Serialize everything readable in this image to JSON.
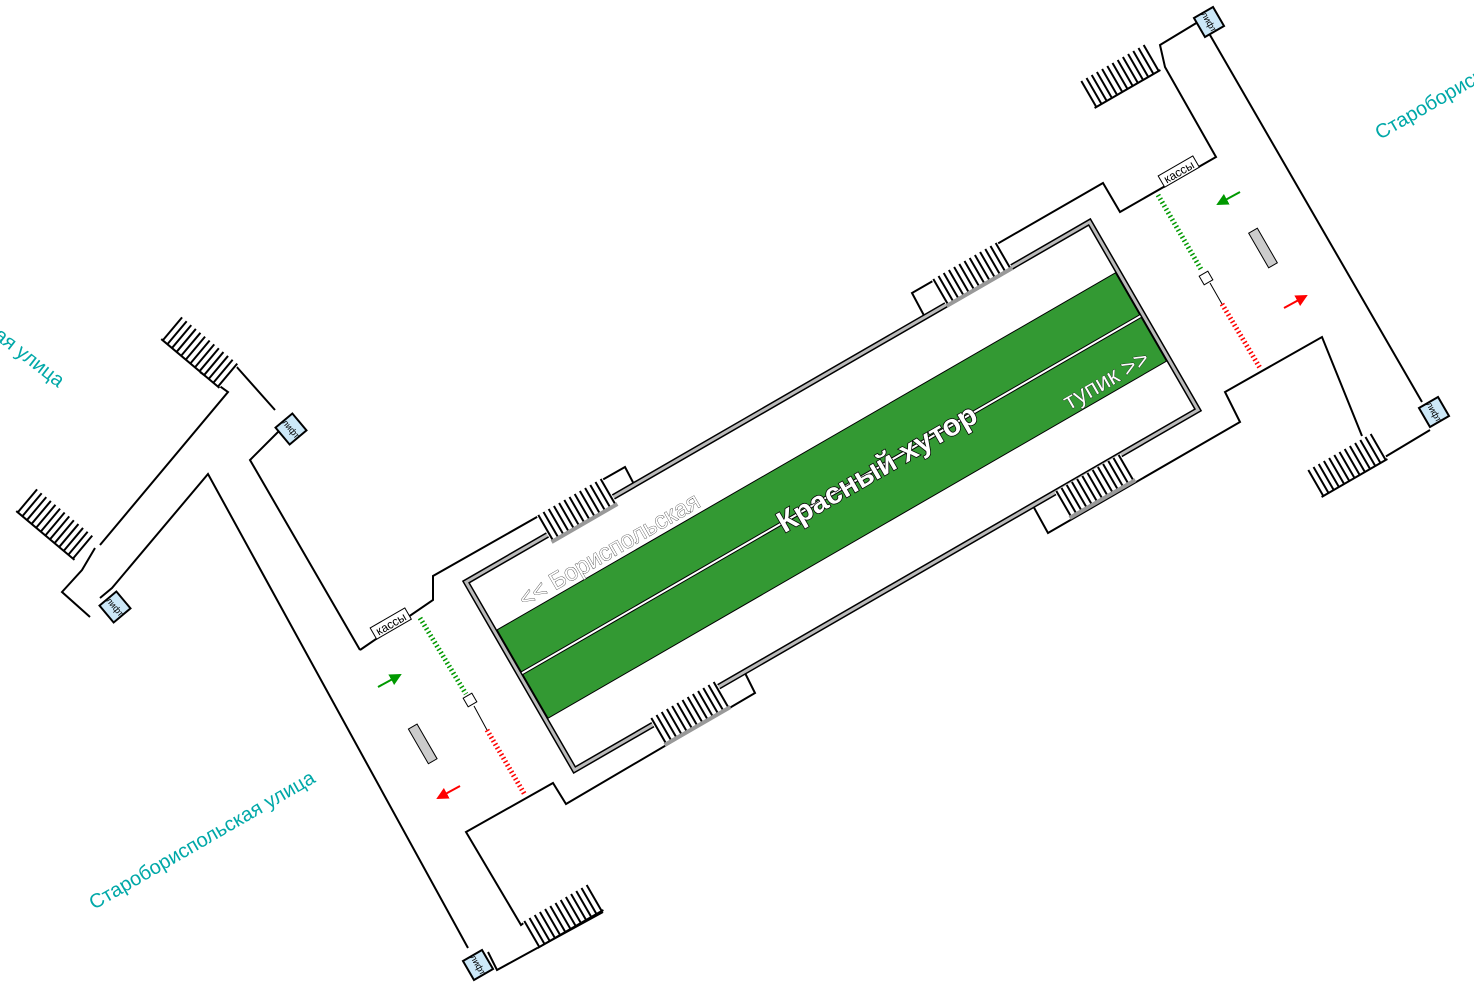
{
  "station": {
    "name": "Красный хутор",
    "direction_left": "<< Бориспольская",
    "direction_right": "тупик >>"
  },
  "streets": {
    "bottom_left": "Старобориспольская улица",
    "left_top": "Старобориспольская улица",
    "top_right": "Старобориспольская улица"
  },
  "labels": {
    "lift": "лифт",
    "ticket_office": "кассы"
  },
  "colors": {
    "track": "#339933",
    "street_text": "#00a8a8",
    "entry": "#009900",
    "exit": "#ff0000",
    "lift_fill": "#cce8f8",
    "platform_wall": "#bbbbbb"
  }
}
